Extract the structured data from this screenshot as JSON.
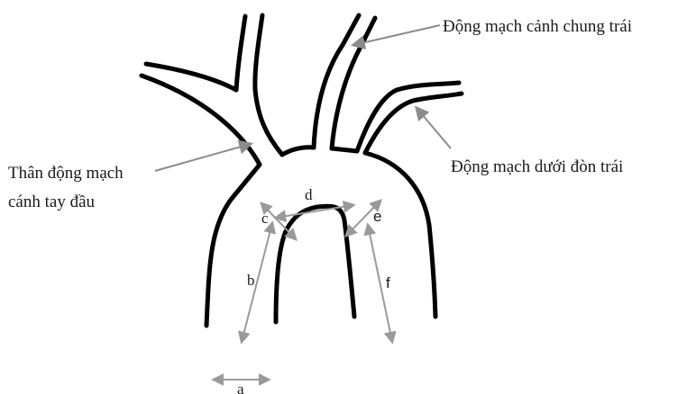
{
  "labels": {
    "left_common_carotid": "Động mạch cảnh chung trái",
    "left_subclavian": "Động mạch dưới đòn trái",
    "brachiocephalic_line1": "Thân động mạch",
    "brachiocephalic_line2": "cánh tay đầu"
  },
  "measurements": {
    "a": "a",
    "b": "b",
    "c": "c",
    "d": "d",
    "e": "e",
    "f": "f"
  }
}
